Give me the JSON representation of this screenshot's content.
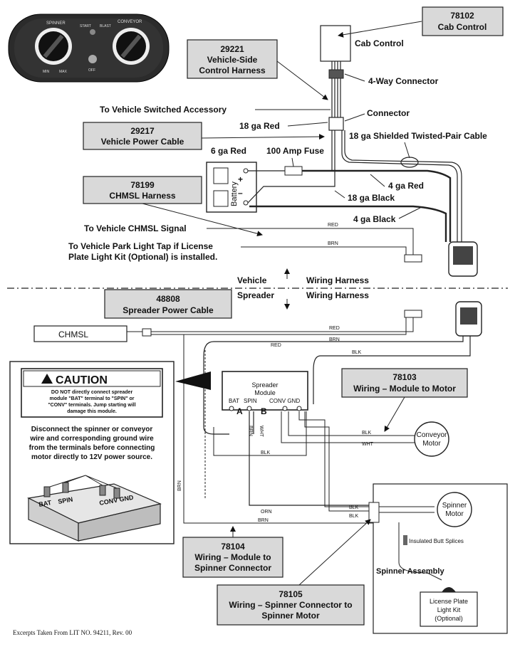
{
  "parts": {
    "p78102": {
      "num": "78102",
      "name": "Cab Control"
    },
    "p29221": {
      "num": "29221",
      "line1": "Vehicle-Side",
      "line2": "Control Harness"
    },
    "p29217": {
      "num": "29217",
      "name": "Vehicle Power Cable"
    },
    "p78199": {
      "num": "78199",
      "name": "CHMSL Harness"
    },
    "p48808": {
      "num": "48808",
      "name": "Spreader Power Cable"
    },
    "p78103": {
      "num": "78103",
      "name": "Wiring – Module to Motor"
    },
    "p78104": {
      "num": "78104",
      "line1": "Wiring – Module to",
      "line2": "Spinner Connector"
    },
    "p78105": {
      "num": "78105",
      "line1": "Wiring – Spinner Connector to",
      "line2": "Spinner Motor"
    }
  },
  "control_panel": {
    "spinner": "SPINNER",
    "conveyor": "CONVEYOR",
    "start": "START",
    "blast": "BLAST",
    "off": "OFF",
    "min": "MIN",
    "max": "MAX"
  },
  "labels": {
    "cab_control": "Cab Control",
    "four_way": "4-Way Connector",
    "to_accessory": "To Vehicle Switched Accessory",
    "connector": "Connector",
    "red18": "18 ga Red",
    "shielded": "18 ga Shielded Twisted-Pair Cable",
    "red6": "6 ga Red",
    "fuse": "100 Amp Fuse",
    "red4": "4 ga Red",
    "black18": "18 ga Black",
    "black4": "4 ga Black",
    "battery": "Battery",
    "plus": "+",
    "minus": "–",
    "chmsl_signal": "To Vehicle CHMSL Signal",
    "park1": "To Vehicle Park Light Tap if License",
    "park2": "Plate Light Kit (Optional) is installed.",
    "vehicle": "Vehicle",
    "spreader": "Spreader",
    "wiring_harness": "Wiring Harness",
    "chmsl": "CHMSL",
    "module1": "Spreader",
    "module2": "Module",
    "bat": "BAT",
    "spin": "SPIN",
    "conv_gnd": "CONV GND",
    "term_a": "A",
    "term_b": "B",
    "conveyor_motor1": "Conveyor",
    "conveyor_motor2": "Motor",
    "spinner_motor1": "Spinner",
    "spinner_motor2": "Motor",
    "butt": "Insulated Butt Splices",
    "spinner_assembly": "Spinner Assembly",
    "license1": "License Plate",
    "license2": "Light Kit",
    "license3": "(Optional)",
    "footer": "Excerpts Taken From LIT NO. 94211, Rev. 00"
  },
  "wire_tags": {
    "red": "RED",
    "brn": "BRN",
    "blk": "BLK",
    "wht": "WHT",
    "orn": "ORN"
  },
  "caution": {
    "title": "CAUTION",
    "warn1": "DO NOT directly connect spreader",
    "warn2": "module \"BAT\" terminal to \"SPIN\" or",
    "warn3": "\"CONV\" terminals. Jump starting will",
    "warn4": "damage this module.",
    "body1": "Disconnect the spinner or conveyor",
    "body2": "wire and corresponding ground wire",
    "body3": "from the terminals before connecting",
    "body4": "motor directly to 12V power source.",
    "mod_bat": "BAT",
    "mod_spin": "SPIN",
    "mod_conv": "CONV GND"
  }
}
